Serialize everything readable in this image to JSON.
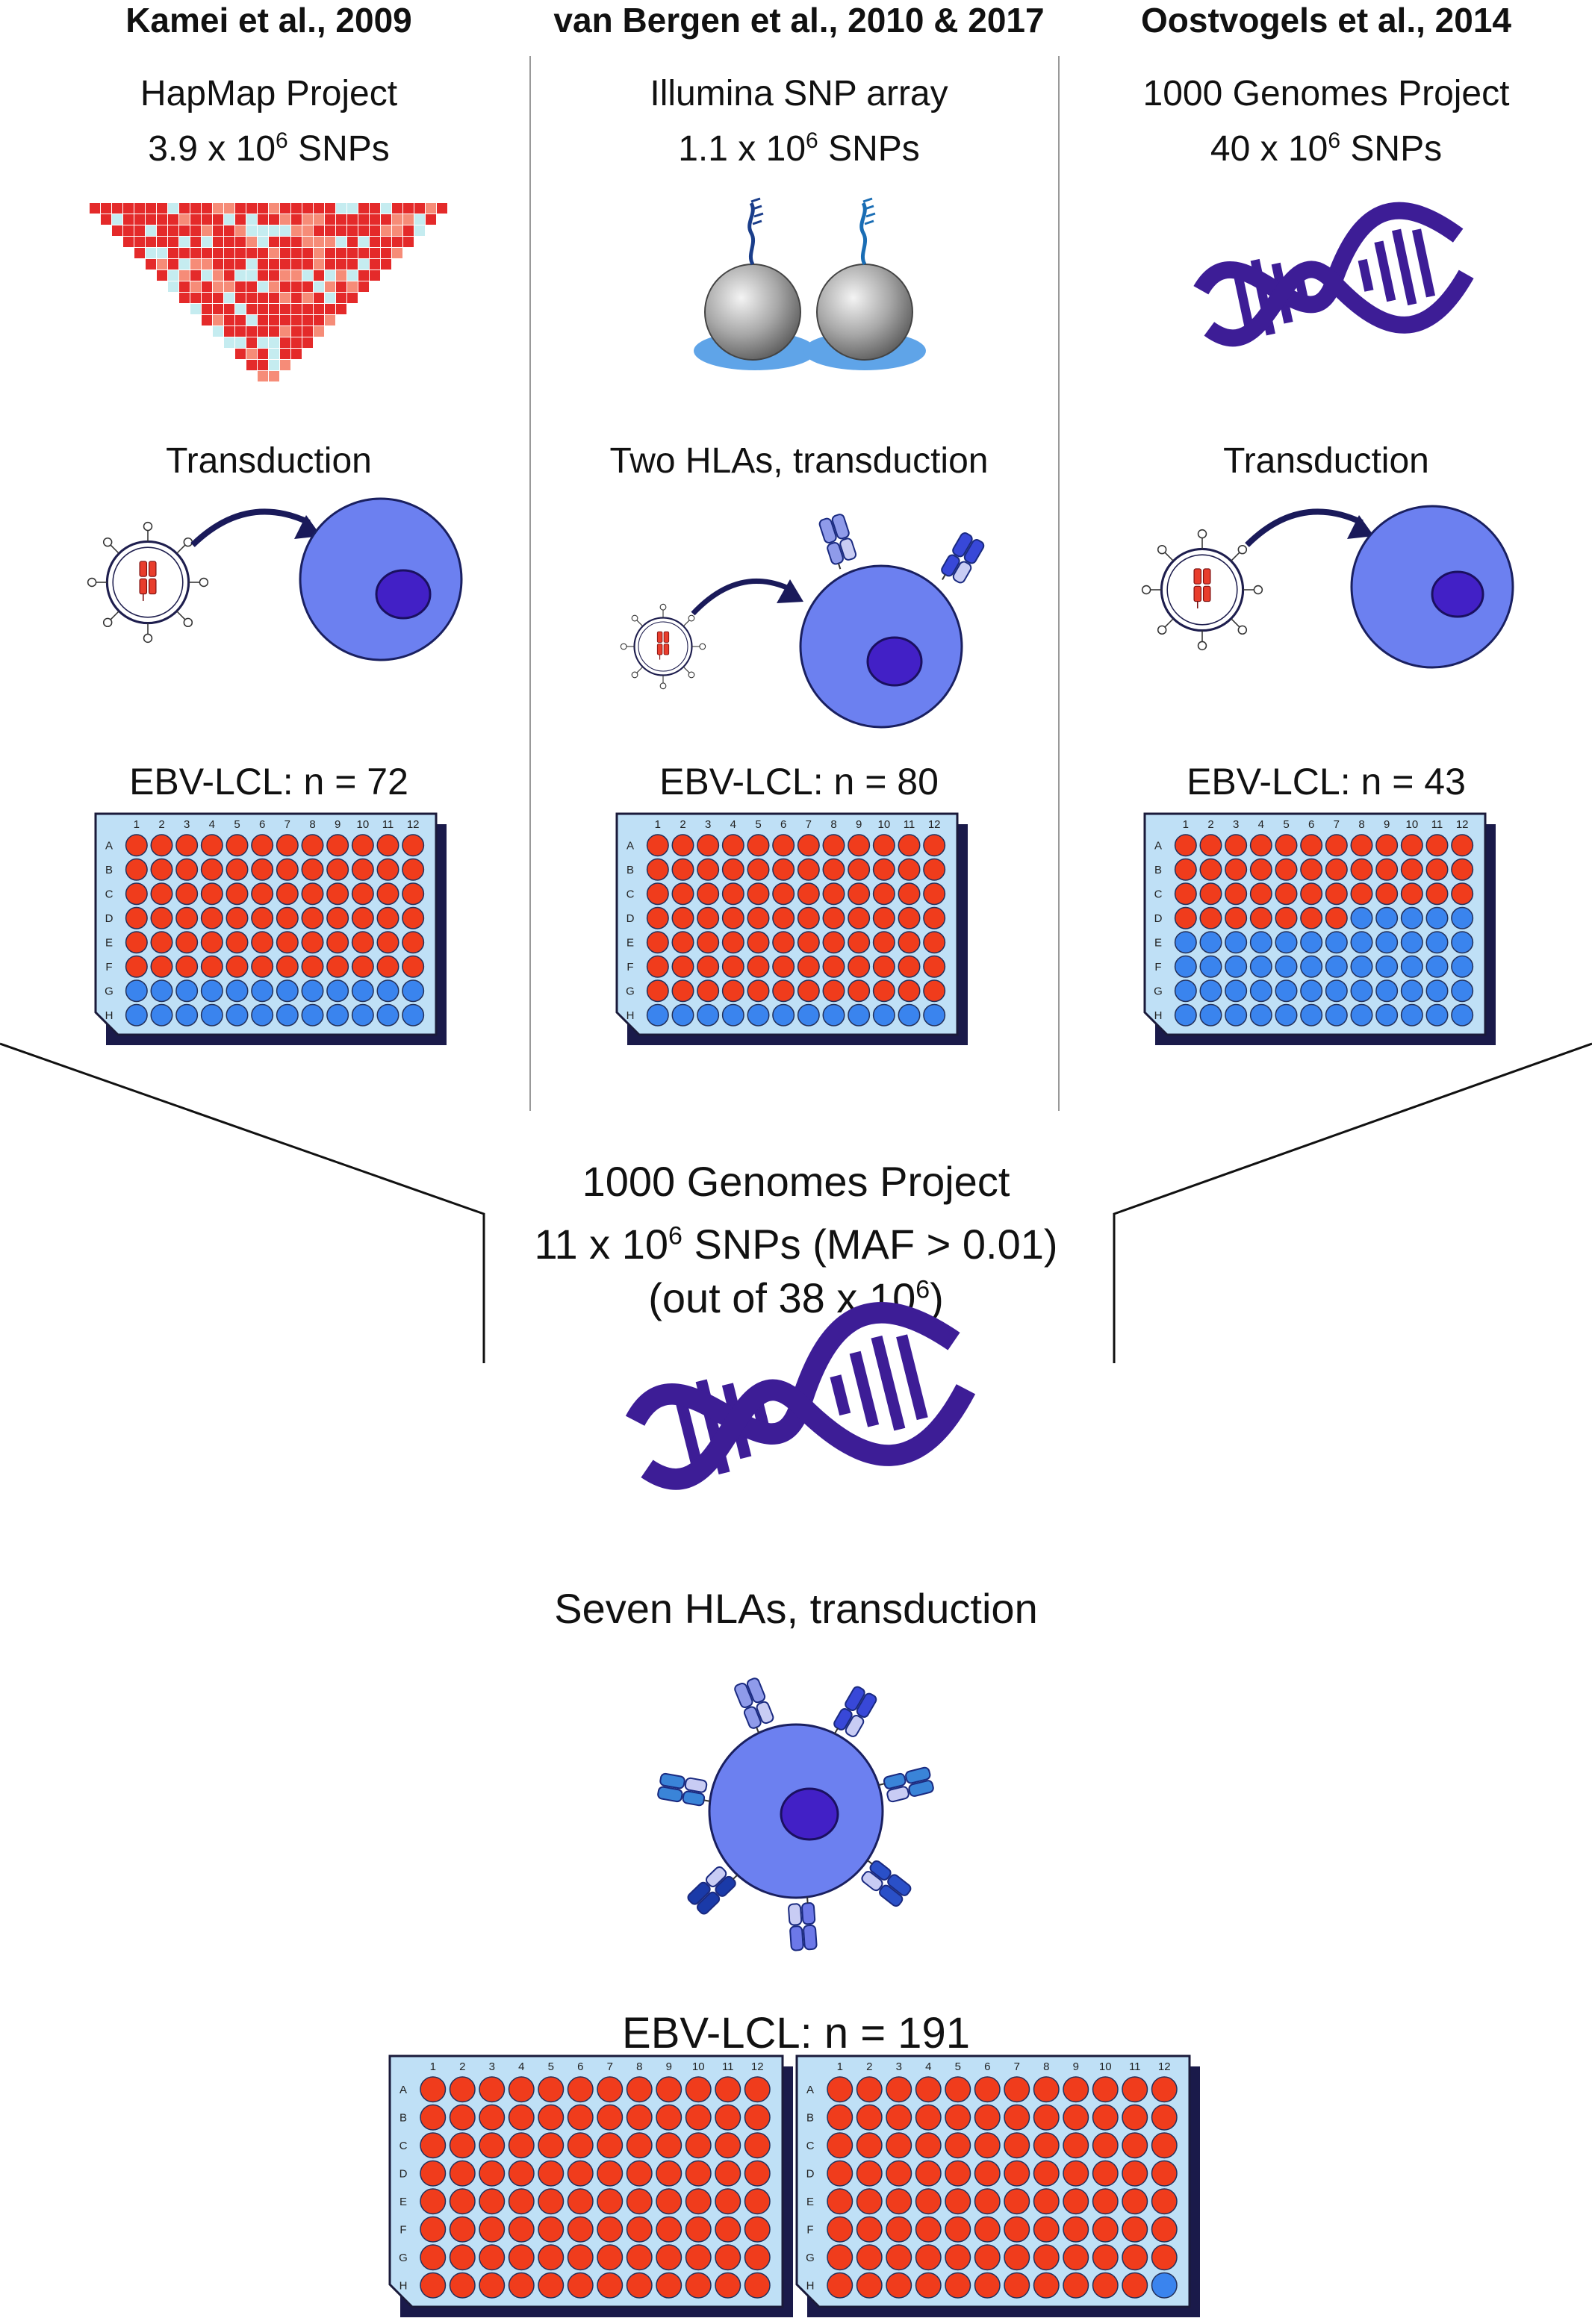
{
  "columns": [
    {
      "header": "Kamei et al., 2009",
      "source": "HapMap Project",
      "snps_prefix": "3.9 x 10",
      "snps_exp": "6",
      "snps_suffix": " SNPs",
      "method": "Transduction",
      "ebv": "EBV-LCL: n = 72",
      "plate": {
        "red_wells": 72
      }
    },
    {
      "header": "van Bergen et al., 2010 & 2017",
      "source": "Illumina SNP array",
      "snps_prefix": "1.1 x 10",
      "snps_exp": "6",
      "snps_suffix": " SNPs",
      "method": "Two HLAs, transduction",
      "ebv": "EBV-LCL: n = 80",
      "plate": {
        "red_wells": 84
      }
    },
    {
      "header": "Oostvogels et al., 2014",
      "source": "1000 Genomes Project",
      "snps_prefix": "40 x 10",
      "snps_exp": "6",
      "snps_suffix": " SNPs",
      "method": "Transduction",
      "ebv": "EBV-LCL: n = 43",
      "plate": {
        "red_wells": 43
      }
    }
  ],
  "combined": {
    "source": "1000 Genomes Project",
    "line2_prefix": "11 x 10",
    "line2_exp": "6",
    "line2_suffix": " SNPs (MAF > 0.01)",
    "line3_prefix": "(out of 38 x 10",
    "line3_exp": "6",
    "line3_suffix": ")",
    "method": "Seven HLAs, transduction",
    "ebv": "EBV-LCL: n = 191",
    "plates": [
      {
        "red_wells": 96
      },
      {
        "red_wells": 95
      }
    ]
  },
  "plate_labels": {
    "cols": [
      "1",
      "2",
      "3",
      "4",
      "5",
      "6",
      "7",
      "8",
      "9",
      "10",
      "11",
      "12"
    ],
    "rows": [
      "A",
      "B",
      "C",
      "D",
      "E",
      "F",
      "G",
      "H"
    ]
  },
  "colors": {
    "well_red": "#f03c1c",
    "well_blue": "#3a84ee",
    "plate_bg": "#bfe0f6",
    "plate_shadow": "#1a1a4a",
    "dna": "#3d1d96",
    "cell": "#6c80f0",
    "nucleus": "#4220c6",
    "bead": "#a8a8a8",
    "bead_base": "#5fa4e8",
    "ld_red": "#e42a2a",
    "ld_salmon": "#f68c78",
    "ld_light": "#c5ecf0"
  },
  "icons": {
    "ld_plot": "ld-heatmap-icon",
    "beads": "snp-array-beads-icon",
    "dna": "dna-helix-icon",
    "virus": "virus-particle-icon",
    "cell": "cell-icon",
    "hla": "hla-molecule-icon"
  }
}
